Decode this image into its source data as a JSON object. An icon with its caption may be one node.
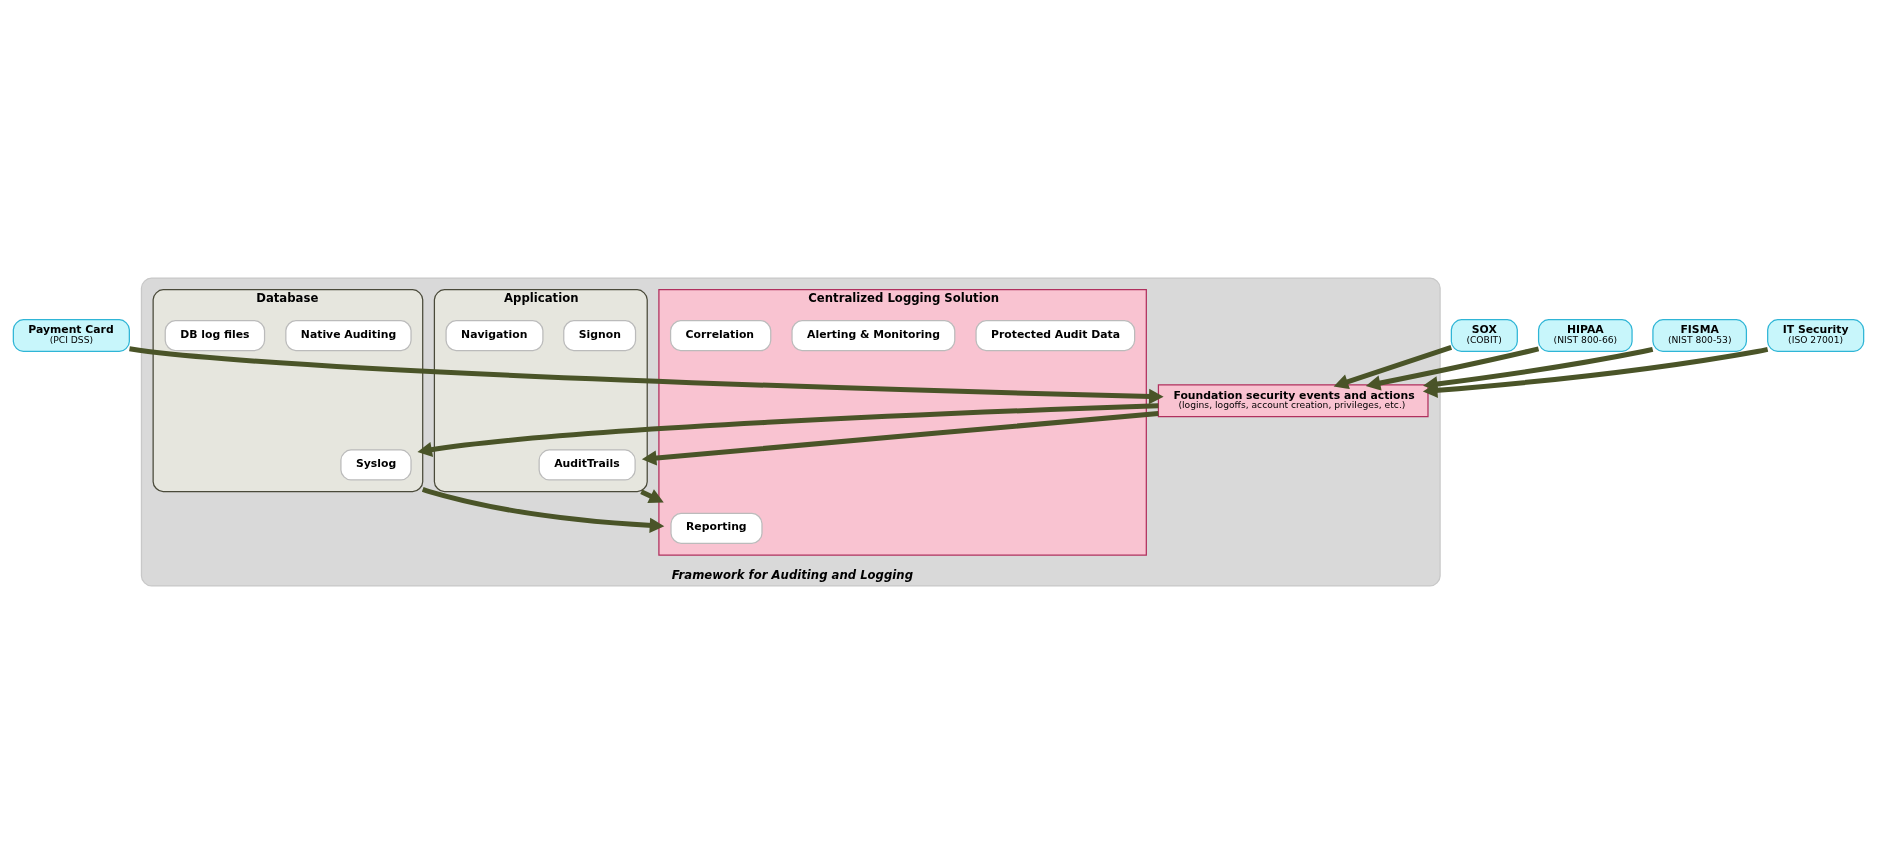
{
  "diagram": {
    "nodes": [
      {
        "text": [
          "Payment Card",
          "(PCI DSS)"
        ]
      },
      {
        "text": [
          "SOX",
          "(COBIT)"
        ]
      },
      {
        "text": [
          "HIPAA",
          "(NIST 800-66)"
        ]
      },
      {
        "text": [
          "FISMA",
          "(NIST 800-53)"
        ]
      },
      {
        "text": [
          "IT Security",
          "(ISO 27001)"
        ]
      },
      {
        "text": [
          "Framework for Auditing and Logging"
        ]
      },
      {
        "text": [
          "Foundation security events and actions",
          "(logins, logoffs, account creation, privileges, etc.)"
        ],
        "in": 5
      },
      {
        "text": [
          "Database"
        ],
        "in": 5
      },
      {
        "text": [
          "Native Auditing"
        ],
        "in": 7
      },
      {
        "text": [
          "Syslog"
        ],
        "in": 7
      },
      {
        "text": [
          "DB log files"
        ],
        "in": 7
      },
      {
        "text": [
          "Application"
        ],
        "in": 5
      },
      {
        "text": [
          "Signon"
        ],
        "in": 11
      },
      {
        "text": [
          "AuditTrails"
        ],
        "in": 11
      },
      {
        "text": [
          "Navigation"
        ],
        "in": 11
      },
      {
        "text": [
          "Centralized Logging Solution"
        ],
        "in": 5
      },
      {
        "text": [
          "Protected Audit Data"
        ],
        "in": 15
      },
      {
        "text": [
          "Alerting & Monitoring"
        ],
        "in": 15
      },
      {
        "text": [
          "Reporting"
        ],
        "in": 15
      },
      {
        "text": [
          "Correlation"
        ],
        "in": 15
      }
    ],
    "edges": [
      {
        "from": 0,
        "to": 6,
        "arrow": "to"
      },
      {
        "from": 1,
        "to": 6,
        "arrow": "to"
      },
      {
        "from": 2,
        "to": 6,
        "arrow": "to"
      },
      {
        "from": 3,
        "to": 6,
        "arrow": "to"
      },
      {
        "from": 4,
        "to": 6,
        "arrow": "to"
      },
      {
        "from": 6,
        "to": 7,
        "arrow": "to"
      },
      {
        "from": 6,
        "to": 11,
        "arrow": "to"
      },
      {
        "from": 7,
        "to": 15,
        "arrow": "to"
      },
      {
        "from": 11,
        "to": 15,
        "arrow": "to"
      }
    ]
  }
}
